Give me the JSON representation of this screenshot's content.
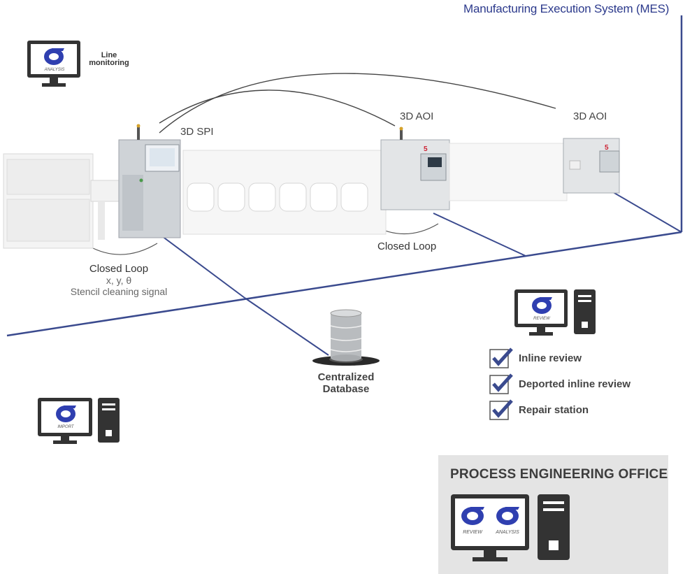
{
  "mes_title": "Manufacturing Execution System (MES)",
  "line_monitoring": {
    "line1": "Line",
    "line2": "monitoring",
    "screen_label": "ANALYSIS"
  },
  "machines": {
    "spi_label": "3D SPI",
    "aoi1_label": "3D AOI",
    "aoi2_label": "3D AOI"
  },
  "closed_loop_left": {
    "title": "Closed Loop",
    "line2": "x, y, θ",
    "line3": "Stencil cleaning signal"
  },
  "closed_loop_right": {
    "title": "Closed Loop"
  },
  "database": {
    "line1": "Centralized",
    "line2": "Database"
  },
  "review_station": {
    "screen_label": "REVIEW",
    "checks": [
      "Inline review",
      "Deported inline review",
      "Repair station"
    ]
  },
  "import_station": {
    "screen_label": "IMPORT"
  },
  "office": {
    "title": "PROCESS ENGINEERING OFFICE",
    "screen_label_1": "REVIEW",
    "screen_label_2": "ANALYSIS"
  },
  "colors": {
    "network_line": "#3a4a8e",
    "logo_blue": "#2f3fb0",
    "dark": "#333333",
    "office_bg": "#e4e4e4"
  }
}
